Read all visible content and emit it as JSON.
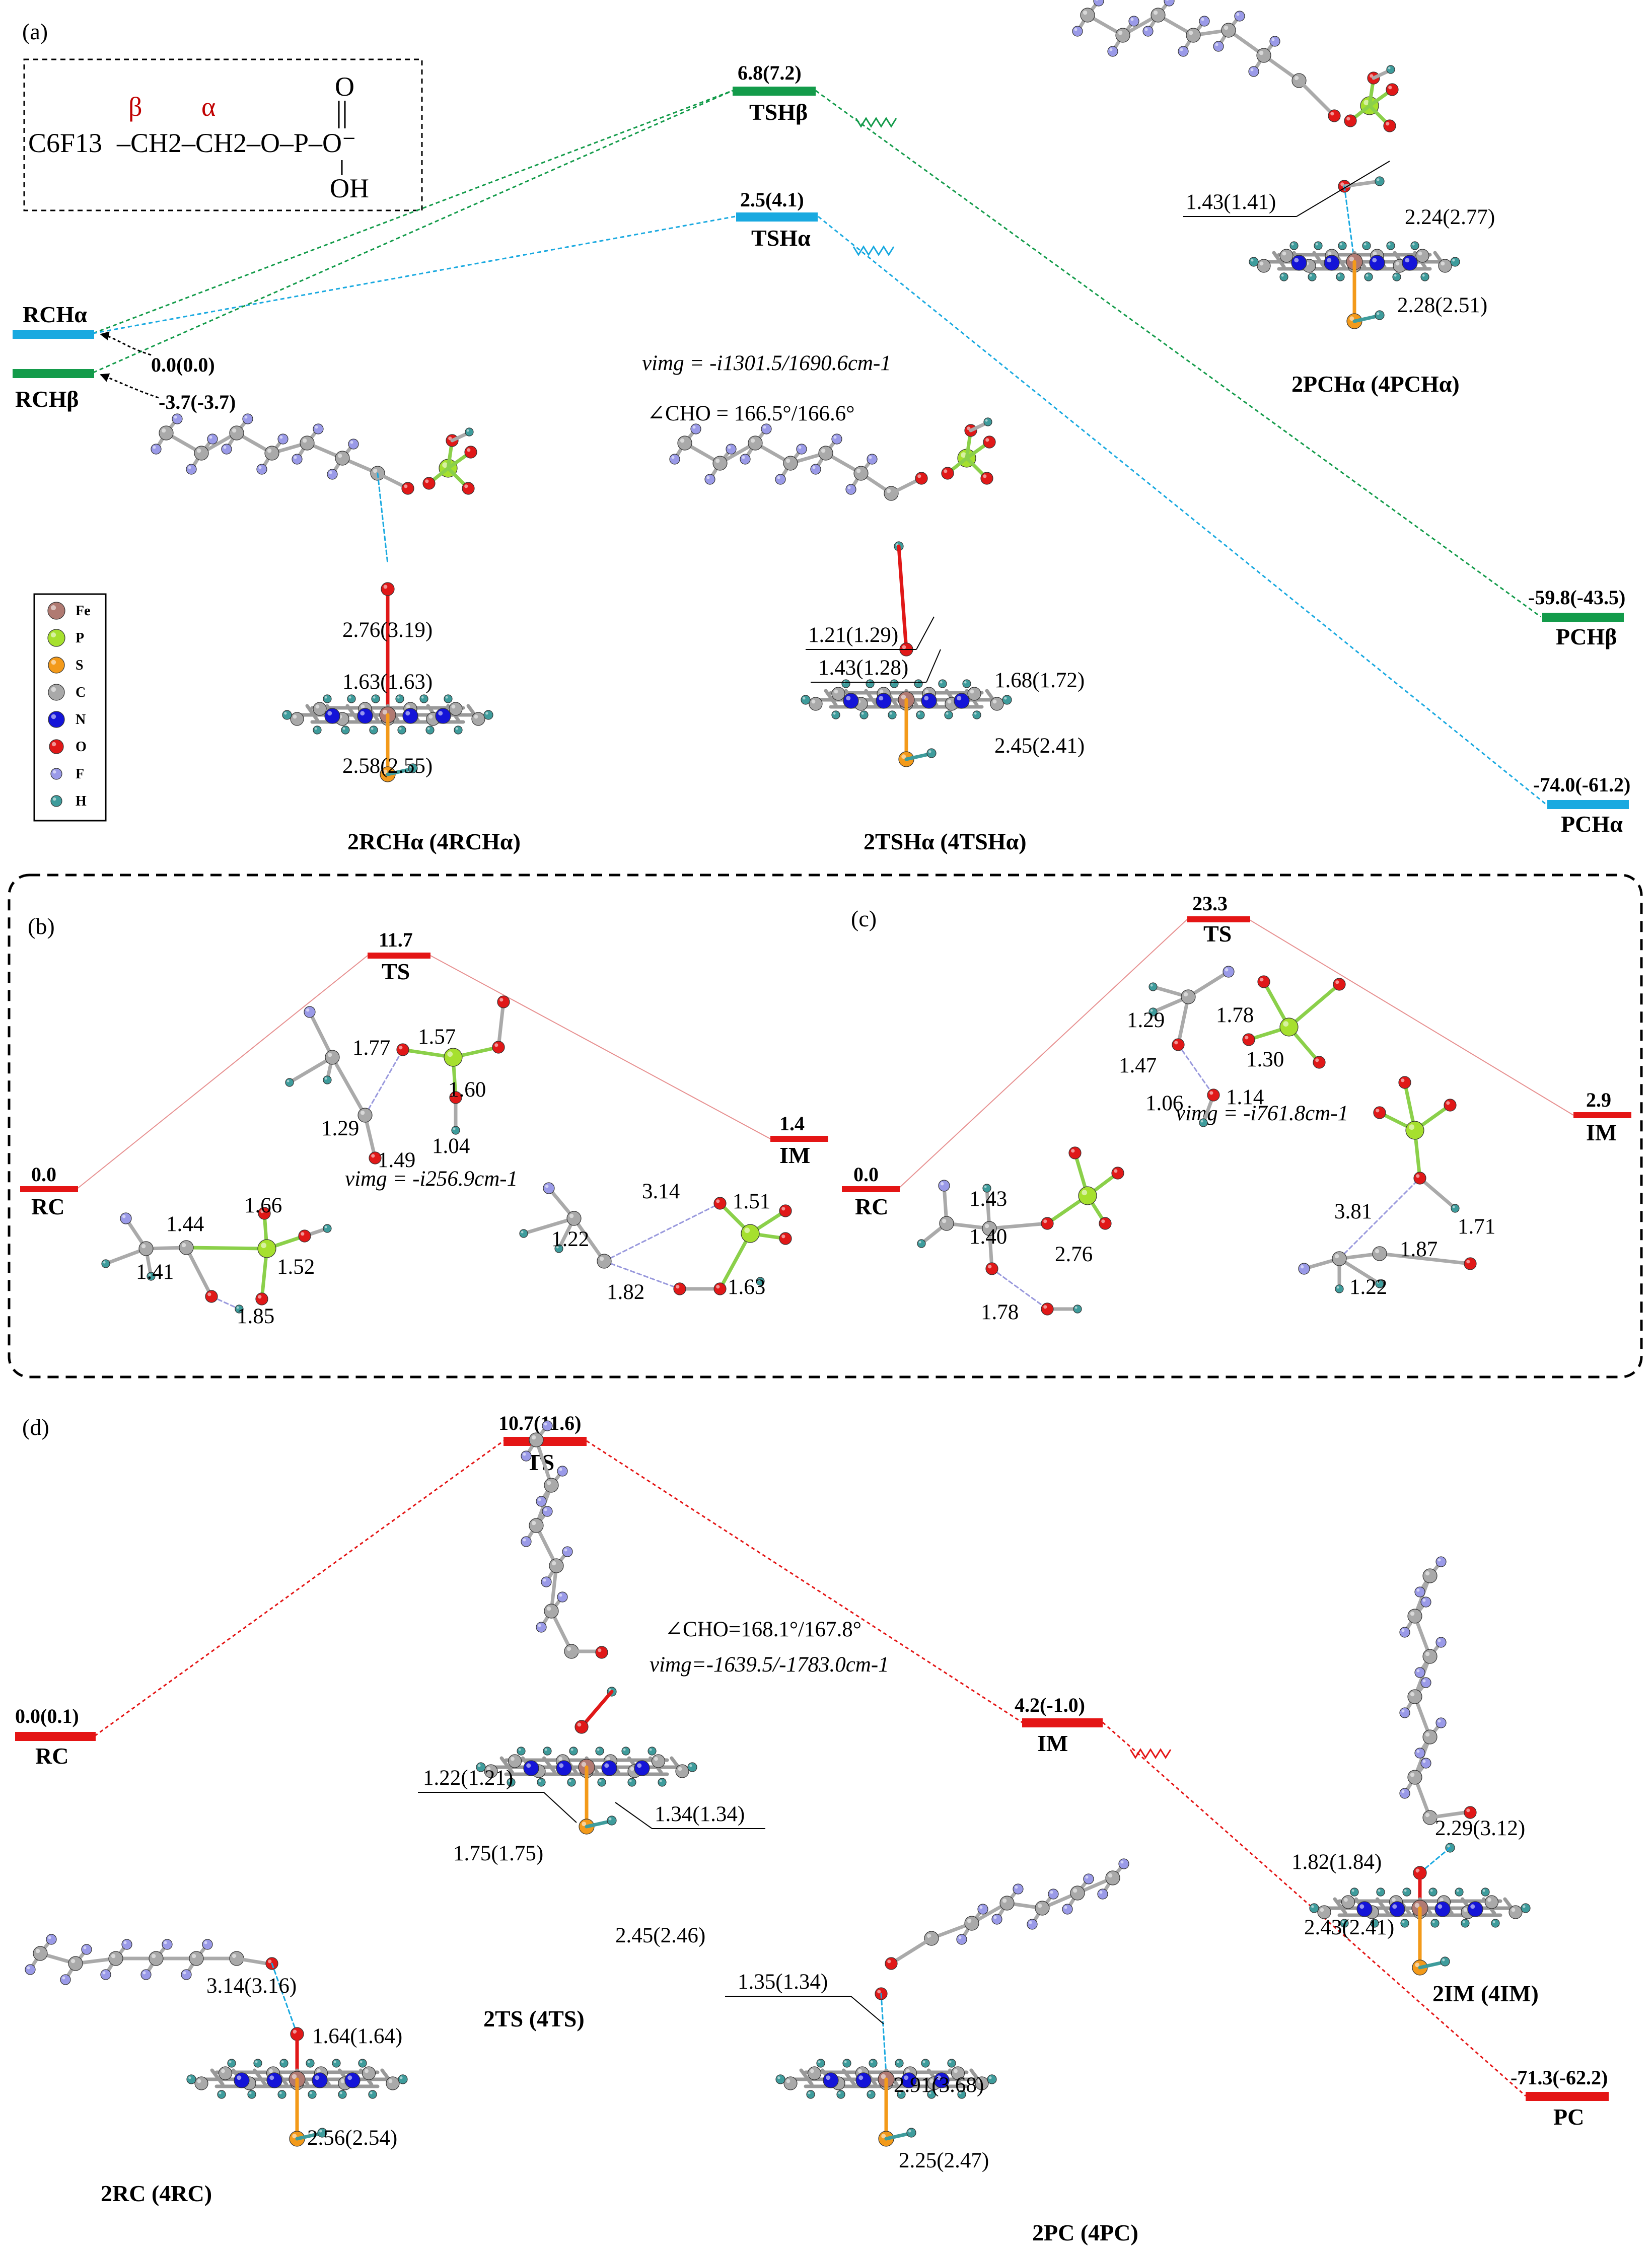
{
  "panels": {
    "a": "(a)",
    "b": "(b)",
    "c": "(c)",
    "d": "(d)"
  },
  "formula": {
    "c6f13": "C6F13",
    "beta": "β",
    "alpha": "α",
    "chain": "–CH2–CH2–O–P–O⁻",
    "oxo": "O",
    "oh": "OH"
  },
  "legend": [
    "Fe",
    "P",
    "S",
    "C",
    "N",
    "O",
    "F",
    "H"
  ],
  "legend_colors": {
    "Fe": "#b07a72",
    "P": "#a6e02e",
    "S": "#f39a1a",
    "C": "#a9a9a9",
    "N": "#1414d8",
    "O": "#e01818",
    "F": "#9a9ae8",
    "H": "#3e9c9c"
  },
  "level_colors": {
    "green": "#139b4a",
    "blue": "#19a9e0",
    "red": "#e41515"
  },
  "panel_a": {
    "rc_ha": {
      "label": "RCHα",
      "value": "0.0(0.0)"
    },
    "rc_hb": {
      "label": "RCHβ",
      "value": "-3.7(-3.7)"
    },
    "ts_hb": {
      "label": "TSHβ",
      "value": "6.8(7.2)"
    },
    "ts_ha": {
      "label": "TSHα",
      "value": "2.5(4.1)"
    },
    "pc_hb": {
      "label": "PCHβ",
      "value": "-59.8(-43.5)"
    },
    "pc_ha": {
      "label": "PCHα",
      "value": "-74.0(-61.2)"
    },
    "vimg": "vimg = -i1301.5/1690.6cm-1",
    "angle": "∠CHO = 166.5°/166.6°",
    "rc_struct": {
      "title": "2RCHα (4RCHα)",
      "d1": "2.76(3.19)",
      "d2": "1.63(1.63)",
      "d3": "2.58(2.55)"
    },
    "ts_struct": {
      "title": "2TSHα (4TSHα)",
      "d1": "1.21(1.29)",
      "d2": "1.43(1.28)",
      "d3": "1.68(1.72)",
      "d4": "2.45(2.41)"
    },
    "pc_struct": {
      "title": "2PCHα (4PCHα)",
      "d1": "1.43(1.41)",
      "d2": "2.24(2.77)",
      "d3": "2.28(2.51)"
    }
  },
  "panel_b": {
    "rc": {
      "label": "RC",
      "value": "0.0"
    },
    "ts": {
      "label": "TS",
      "value": "11.7"
    },
    "im": {
      "label": "IM",
      "value": "1.4"
    },
    "vimg": "vimg = -i256.9cm-1",
    "rc_d": [
      "1.44",
      "1.66",
      "1.41",
      "1.52",
      "1.85"
    ],
    "ts_d": [
      "1.77",
      "1.57",
      "1.60",
      "1.29",
      "1.49",
      "1.04"
    ],
    "im_d": [
      "3.14",
      "1.51",
      "1.22",
      "1.82",
      "1.63"
    ]
  },
  "panel_c": {
    "rc": {
      "label": "RC",
      "value": "0.0"
    },
    "ts": {
      "label": "TS",
      "value": "23.3"
    },
    "im": {
      "label": "IM",
      "value": "2.9"
    },
    "vimg": "vimg = -i761.8cm-1",
    "ts_d": [
      "1.29",
      "1.78",
      "1.47",
      "1.30",
      "1.06",
      "1.14"
    ],
    "rc_d": [
      "1.43",
      "1.40",
      "2.76",
      "1.78"
    ],
    "im_d": [
      "3.81",
      "1.87",
      "1.71",
      "1.22"
    ]
  },
  "panel_d": {
    "rc": {
      "label": "RC",
      "value": "0.0(0.1)"
    },
    "ts": {
      "label": "TS",
      "value": "10.7(11.6)"
    },
    "im": {
      "label": "IM",
      "value": "4.2(-1.0)"
    },
    "pc": {
      "label": "PC",
      "value": "-71.3(-62.2)"
    },
    "angle": "∠CHO=168.1°/167.8°",
    "vimg": "vimg=-1639.5/-1783.0cm-1",
    "ts_struct": {
      "title": "2TS (4TS)",
      "d1": "1.22(1.21)",
      "d2": "1.34(1.34)",
      "d3": "1.75(1.75)",
      "d4": "2.45(2.46)"
    },
    "rc_struct": {
      "title": "2RC (4RC)",
      "d1": "3.14(3.16)",
      "d2": "1.64(1.64)",
      "d3": "2.56(2.54)"
    },
    "pc_struct": {
      "title": "2PC (4PC)",
      "d1": "1.35(1.34)",
      "d2": "2.91(3.68)",
      "d3": "2.25(2.47)"
    },
    "im_struct": {
      "title": "2IM (4IM)",
      "d1": "2.29(3.12)",
      "d2": "1.82(1.84)",
      "d3": "2.43(2.41)"
    }
  }
}
